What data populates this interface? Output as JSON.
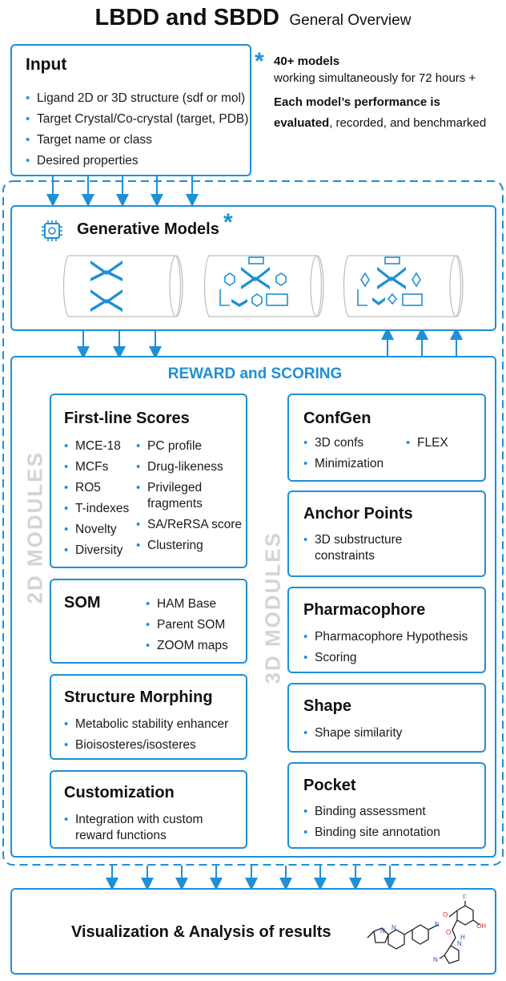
{
  "header": {
    "title": "LBDD and SBDD",
    "subtitle": "General Overview"
  },
  "note": {
    "asterisk": "*",
    "line1_bold": "40+ models",
    "line2": "working simultaneously for 72 hours +",
    "line3_bold": "Each model’s performance is",
    "line4_bold": "evaluated",
    "line4_rest": ", recorded, and benchmarked"
  },
  "input": {
    "title": "Input",
    "items": [
      "Ligand 2D or 3D structure (sdf or mol)",
      "Target Crystal/Co-crystal (target, PDB)",
      "Target name or class",
      "Desired properties"
    ]
  },
  "generative": {
    "title": "Generative Models",
    "asterisk": "*",
    "icon": "chip-icon"
  },
  "reward": {
    "title": "REWARD and SCORING"
  },
  "labels": {
    "modules_2d": "2D MODULES",
    "modules_3d": "3D MODULES"
  },
  "first_line": {
    "title": "First-line Scores",
    "left": [
      "MCE-18",
      "MCFs",
      "RO5",
      "T-indexes",
      "Novelty",
      "Diversity"
    ],
    "right": [
      "PC profile",
      "Drug-likeness",
      "Privileged fragments",
      "SA/ReRSA score",
      "Clustering"
    ]
  },
  "som": {
    "title": "SOM",
    "items": [
      "HAM Base",
      "Parent SOM",
      "ZOOM maps"
    ]
  },
  "morphing": {
    "title": "Structure Morphing",
    "items": [
      "Metabolic stability enhancer",
      "Bioisosteres/isosteres"
    ]
  },
  "customization": {
    "title": "Customization",
    "items": [
      "Integration with custom reward functions"
    ]
  },
  "confgen": {
    "title": "ConfGen",
    "items_left": [
      "3D confs",
      "Minimization"
    ],
    "items_right": [
      "FLEX"
    ]
  },
  "anchor": {
    "title": "Anchor Points",
    "items": [
      "3D substructure constraints"
    ]
  },
  "pharmacophore": {
    "title": "Pharmacophore",
    "items": [
      "Pharmacophore Hypothesis",
      "Scoring"
    ]
  },
  "shape": {
    "title": "Shape",
    "items": [
      "Shape similarity"
    ]
  },
  "pocket": {
    "title": "Pocket",
    "items": [
      "Binding assessment",
      "Binding site annotation"
    ]
  },
  "visualization": {
    "title": "Visualization & Analysis of results",
    "molecule": {
      "atoms": [
        "N",
        "N",
        "N",
        "O",
        "F",
        "OH",
        "O",
        "H",
        "N",
        "N"
      ]
    }
  }
}
